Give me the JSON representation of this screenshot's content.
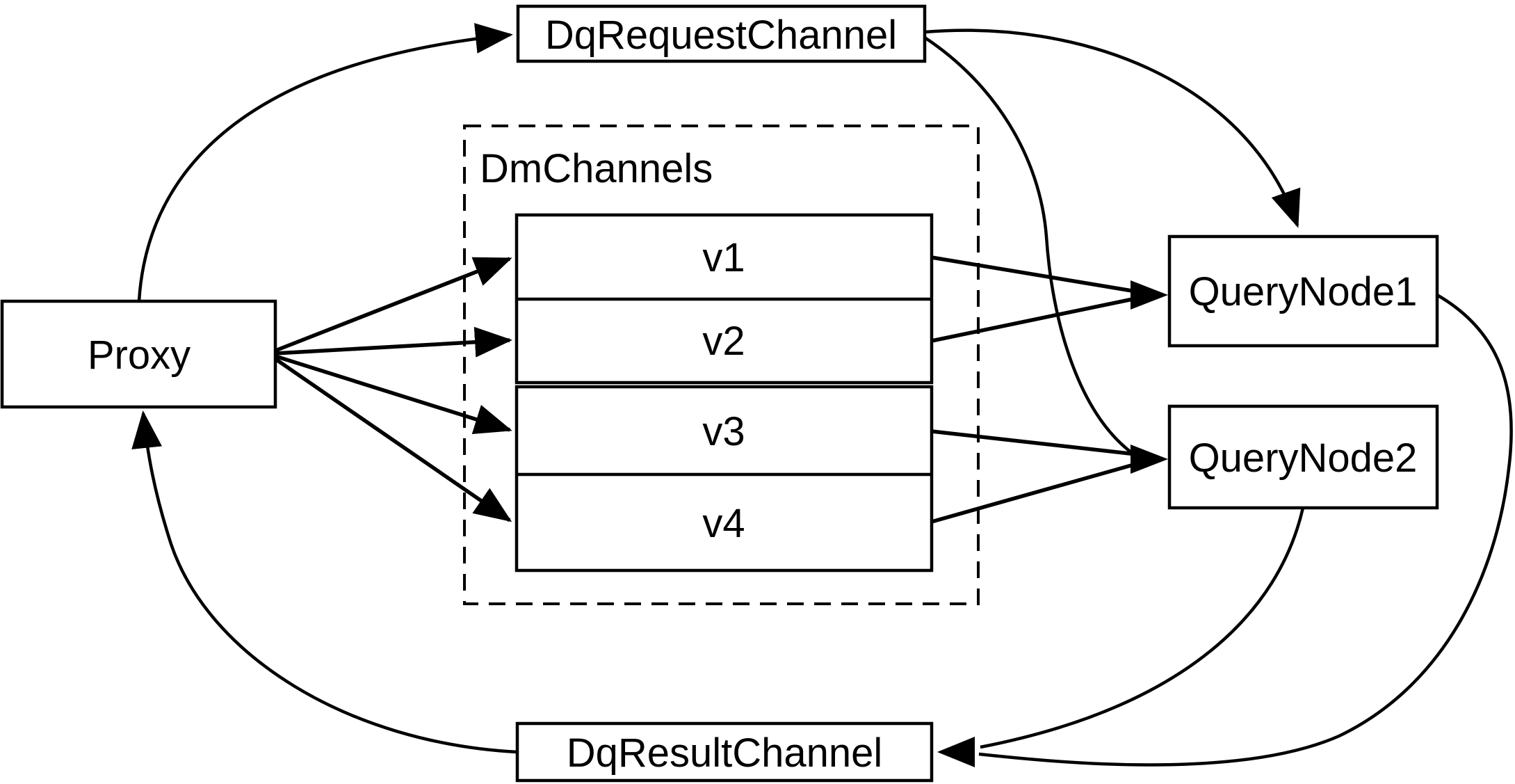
{
  "diagram": {
    "type": "flow-diagram",
    "colors": {
      "background": "#ffffff",
      "stroke": "#000000",
      "node_fill": "#ffffff"
    },
    "nodes": {
      "proxy": {
        "label": "Proxy"
      },
      "dq_request_channel": {
        "label": "DqRequestChannel"
      },
      "dm_channels": {
        "label": "DmChannels",
        "channels": [
          {
            "label": "v1"
          },
          {
            "label": "v2"
          },
          {
            "label": "v3"
          },
          {
            "label": "v4"
          }
        ]
      },
      "query_node1": {
        "label": "QueryNode1"
      },
      "query_node2": {
        "label": "QueryNode2"
      },
      "dq_result_channel": {
        "label": "DqResultChannel"
      }
    },
    "edges": [
      {
        "from": "Proxy",
        "to": "DqRequestChannel"
      },
      {
        "from": "DqRequestChannel",
        "to": "QueryNode1"
      },
      {
        "from": "DqRequestChannel",
        "to": "QueryNode2"
      },
      {
        "from": "Proxy",
        "to": "v1"
      },
      {
        "from": "Proxy",
        "to": "v2"
      },
      {
        "from": "Proxy",
        "to": "v3"
      },
      {
        "from": "Proxy",
        "to": "v4"
      },
      {
        "from": "v1",
        "to": "QueryNode1"
      },
      {
        "from": "v2",
        "to": "QueryNode1"
      },
      {
        "from": "v3",
        "to": "QueryNode2"
      },
      {
        "from": "v4",
        "to": "QueryNode2"
      },
      {
        "from": "QueryNode1",
        "to": "DqResultChannel"
      },
      {
        "from": "QueryNode2",
        "to": "DqResultChannel"
      },
      {
        "from": "DqResultChannel",
        "to": "Proxy"
      }
    ]
  }
}
